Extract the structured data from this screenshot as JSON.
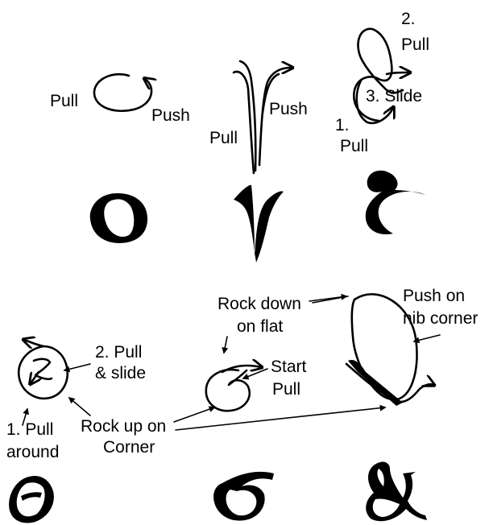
{
  "colors": {
    "ink": "#000000",
    "background": "#ffffff"
  },
  "panels": {
    "o": {
      "pull": "Pull",
      "push": "Push"
    },
    "r": {
      "pull": "Pull",
      "push": "Push"
    },
    "et_top": {
      "step2": "2.",
      "pull2": "Pull",
      "slide": "3. Slide",
      "step1": "1.",
      "pull1": "Pull"
    },
    "e": {
      "step2_pull": "2. Pull",
      "slide": "& slide",
      "step1_pull": "1. Pull",
      "around": "around"
    },
    "rock_up": {
      "line1": "Rock up on",
      "line2": "Corner"
    },
    "s": {
      "rock_down1": "Rock down",
      "rock_down2": "on flat",
      "start": "Start",
      "pull": "Pull"
    },
    "amp": {
      "push_on": "Push on",
      "nib_corner": "nib corner"
    }
  }
}
